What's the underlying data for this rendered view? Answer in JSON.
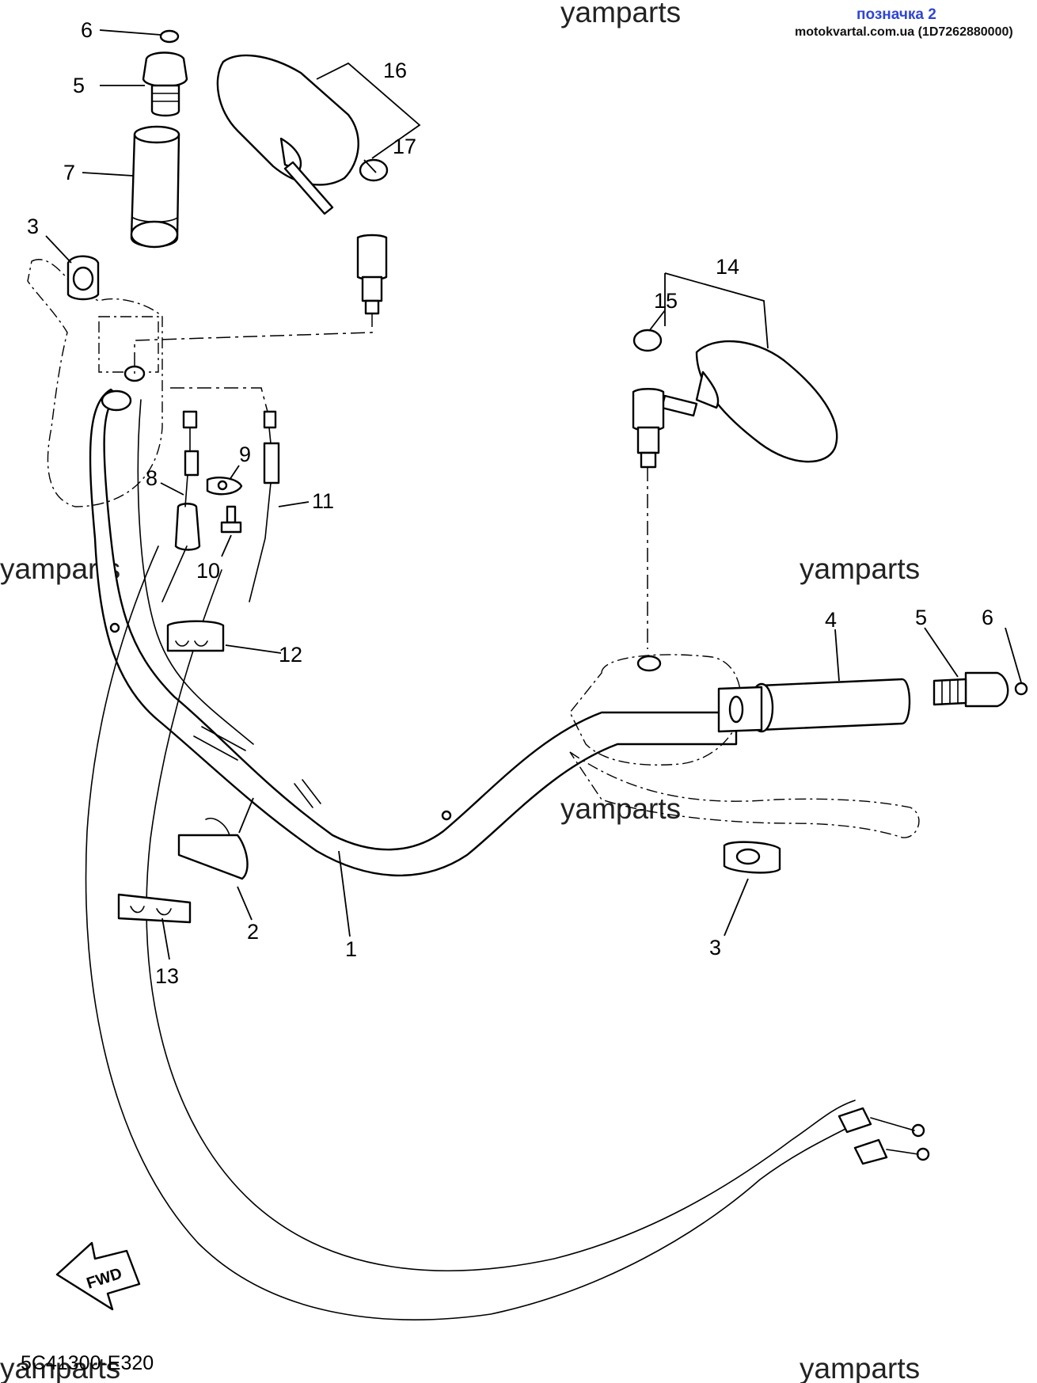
{
  "header": {
    "title": "позначка 2",
    "source": "motokvartal.com.ua (1D7262880000)"
  },
  "watermark_text": "yamparts",
  "diagram_code": "5C41300-E320",
  "direction_marker": "FWD",
  "callouts": [
    {
      "id": "c6a",
      "label": "6"
    },
    {
      "id": "c5a",
      "label": "5"
    },
    {
      "id": "c7",
      "label": "7"
    },
    {
      "id": "c3a",
      "label": "3"
    },
    {
      "id": "c16",
      "label": "16"
    },
    {
      "id": "c17",
      "label": "17"
    },
    {
      "id": "c14",
      "label": "14"
    },
    {
      "id": "c15",
      "label": "15"
    },
    {
      "id": "c9",
      "label": "9"
    },
    {
      "id": "c8",
      "label": "8"
    },
    {
      "id": "c11",
      "label": "11"
    },
    {
      "id": "c10",
      "label": "10"
    },
    {
      "id": "c12",
      "label": "12"
    },
    {
      "id": "c4",
      "label": "4"
    },
    {
      "id": "c5b",
      "label": "5"
    },
    {
      "id": "c6b",
      "label": "6"
    },
    {
      "id": "c2",
      "label": "2"
    },
    {
      "id": "c1",
      "label": "1"
    },
    {
      "id": "c3b",
      "label": "3"
    },
    {
      "id": "c13",
      "label": "13"
    }
  ]
}
